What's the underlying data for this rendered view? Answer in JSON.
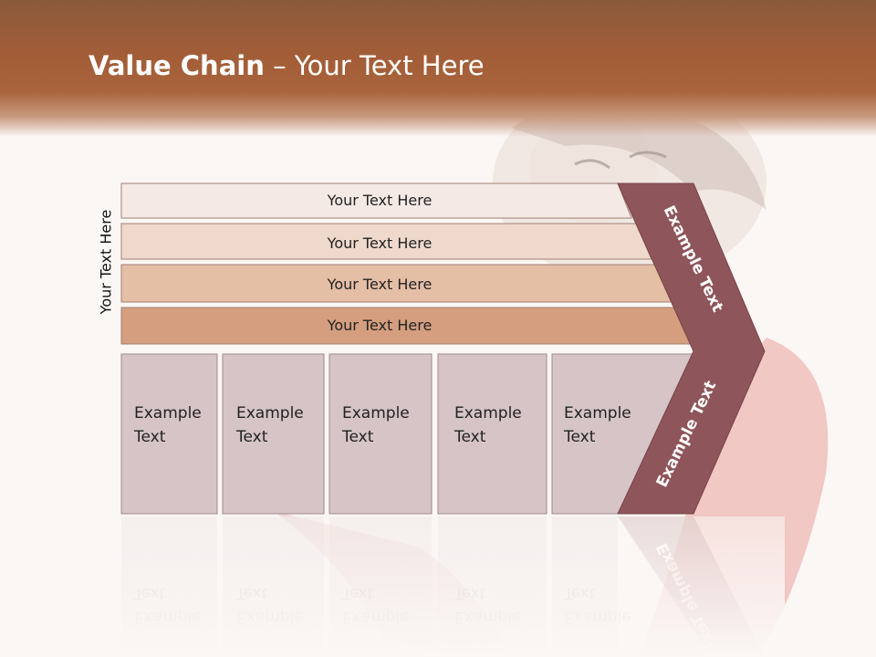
{
  "title": {
    "bold": "Value Chain",
    "rest": " – Your Text Here"
  },
  "side_label": "Your Text Here",
  "rows": [
    {
      "label": "Your Text Here",
      "color": "#f5e9e5"
    },
    {
      "label": "Your Text Here",
      "color": "#efd8cc"
    },
    {
      "label": "Your Text Here",
      "color": "#e5bea6"
    },
    {
      "label": "Your Text Here",
      "color": "#d49e7f"
    }
  ],
  "boxes": [
    {
      "line1": "Example",
      "line2": "Text"
    },
    {
      "line1": "Example",
      "line2": "Text"
    },
    {
      "line1": "Example",
      "line2": "Text"
    },
    {
      "line1": "Example",
      "line2": "Text"
    },
    {
      "line1": "Example",
      "line2": "Text"
    }
  ],
  "chevron": {
    "top_label": "Example Text",
    "bottom_label": "Example Text",
    "color": "#8e555a"
  },
  "box_color": "#d6c4c6"
}
